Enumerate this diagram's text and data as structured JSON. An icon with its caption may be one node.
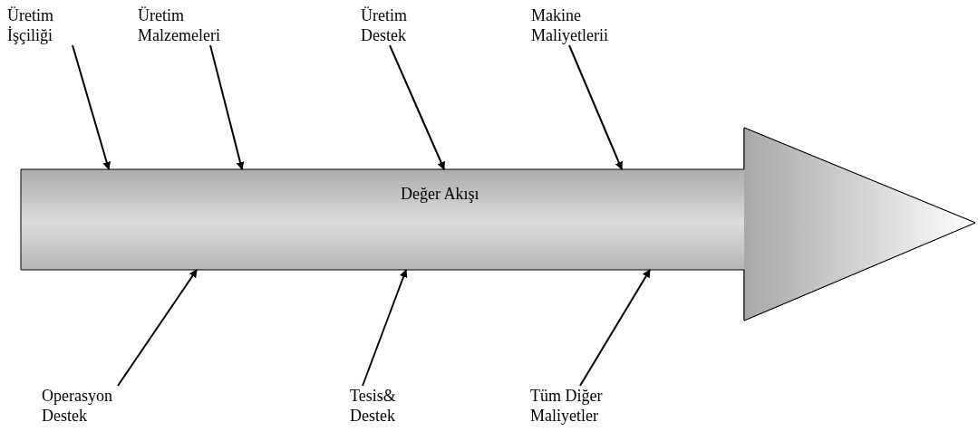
{
  "diagram": {
    "nodes": [
      {
        "text": [
          "Üretim İşçiliği"
        ]
      },
      {
        "text": [
          "Üretim Malzemeleri"
        ]
      },
      {
        "text": [
          "Üretim Destek"
        ]
      },
      {
        "text": [
          "Makine Maliyetlerii"
        ]
      },
      {
        "text": [
          "Değer Akışı"
        ]
      },
      {
        "text": [
          "Operasyon Destek"
        ]
      },
      {
        "text": [
          "Tesis& Destek"
        ]
      },
      {
        "text": [
          "Tüm Diğer Maliyetler"
        ]
      }
    ],
    "edges": [
      {
        "from": 0,
        "to": 4,
        "arrow": "to"
      },
      {
        "from": 1,
        "to": 4,
        "arrow": "to"
      },
      {
        "from": 2,
        "to": 4,
        "arrow": "to"
      },
      {
        "from": 3,
        "to": 4,
        "arrow": "to"
      },
      {
        "from": 5,
        "to": 4,
        "arrow": "to"
      },
      {
        "from": 6,
        "to": 4,
        "arrow": "to"
      },
      {
        "from": 7,
        "to": 4,
        "arrow": "to"
      }
    ]
  }
}
